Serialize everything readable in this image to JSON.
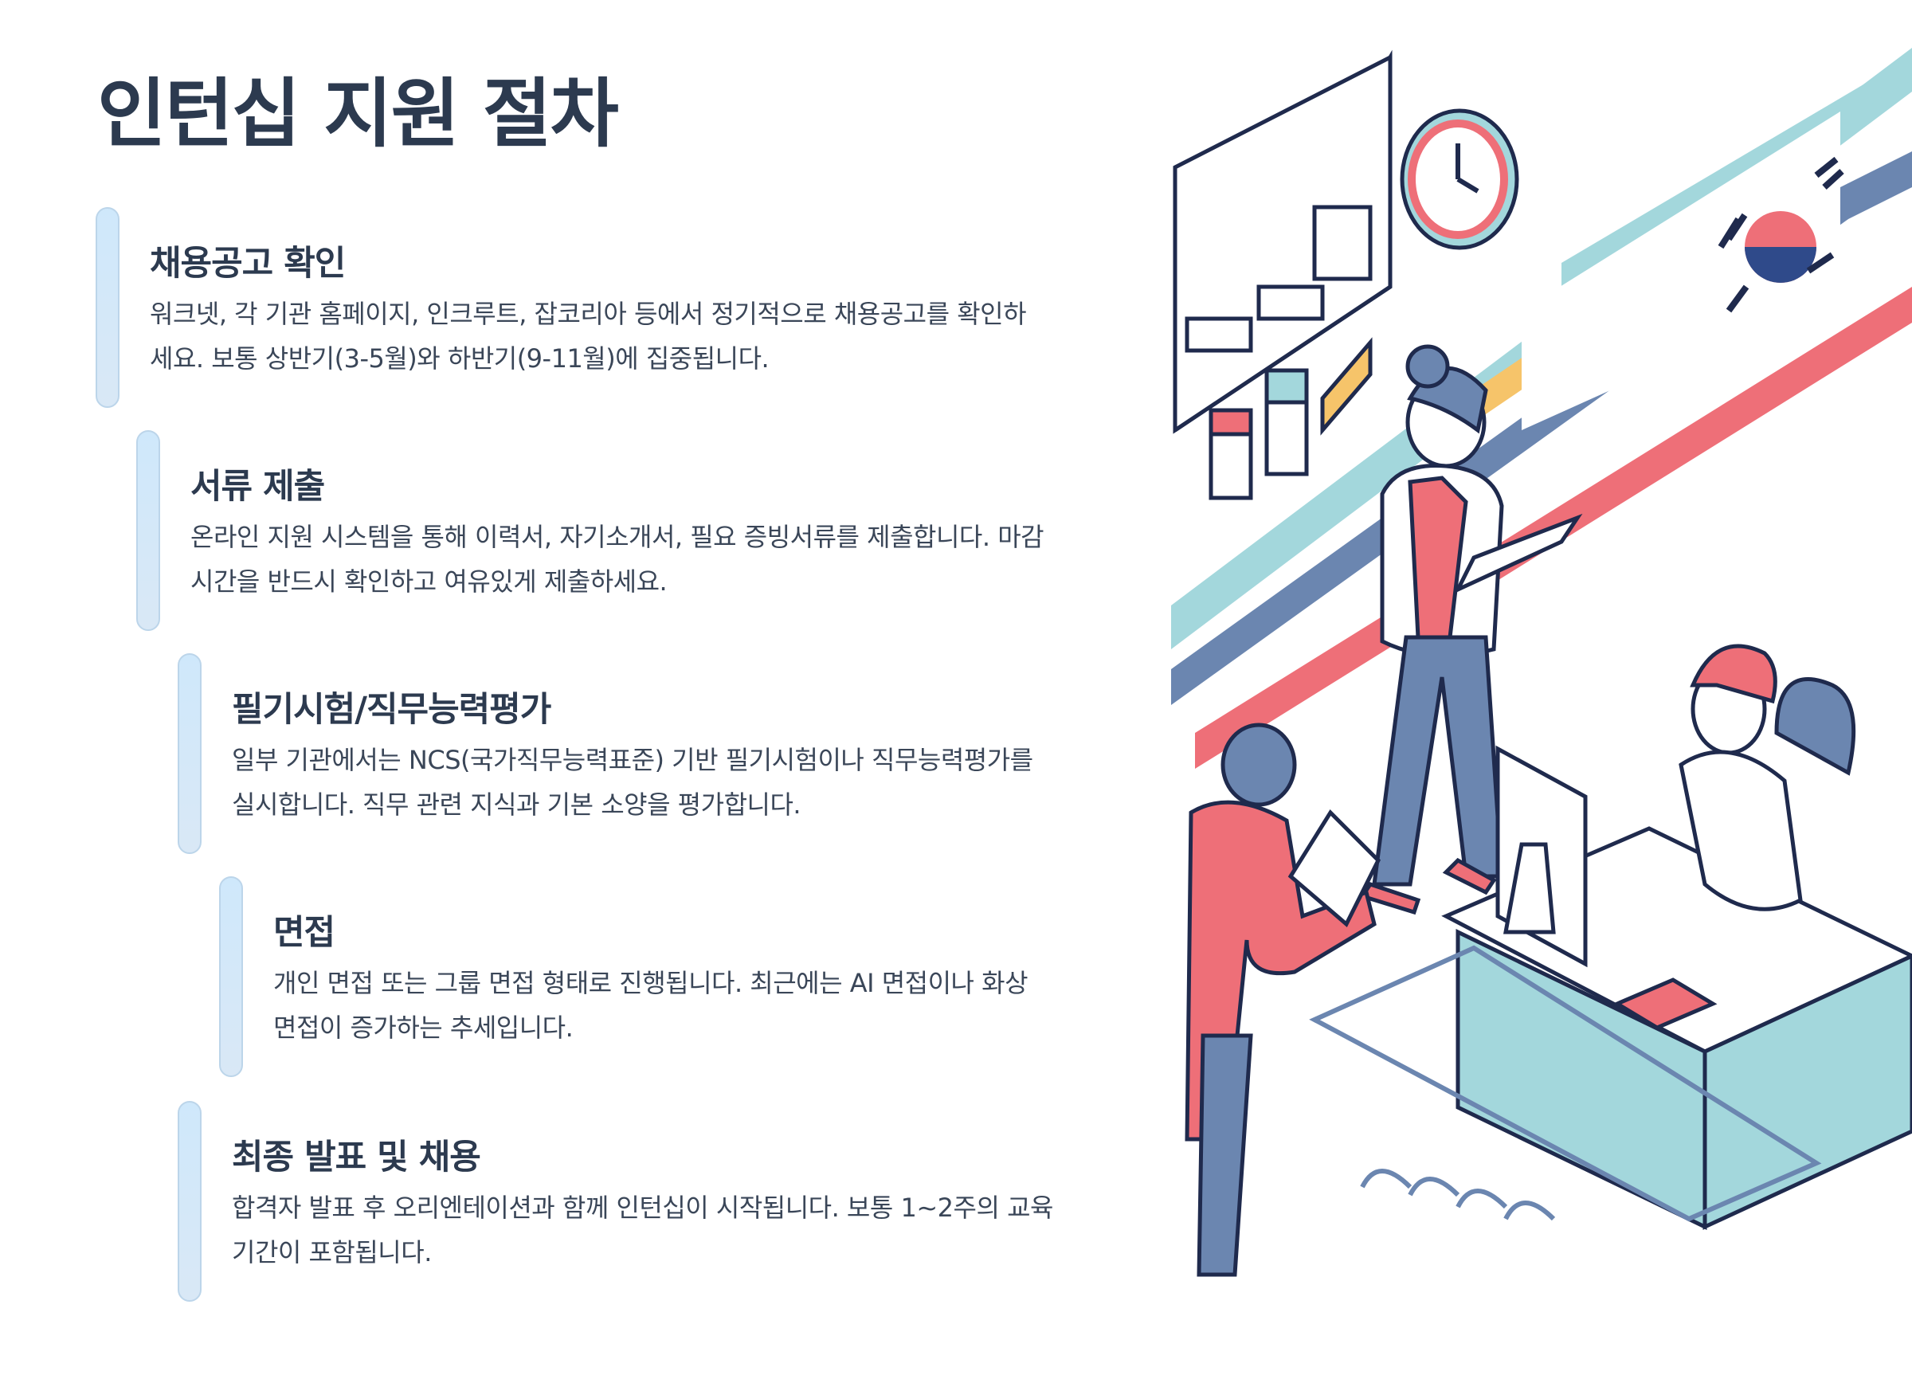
{
  "title": "인턴십 지원 절차",
  "steps": [
    {
      "title": "채용공고 확인",
      "lines": [
        "워크넷, 각 기관 홈페이지, 인크루트, 잡코리아 등에서 정기적으로 채용공고를 확인하",
        "세요. 보통 상반기(3-5월)와 하반기(9-11월)에 집중됩니다."
      ]
    },
    {
      "title": "서류 제출",
      "lines": [
        "온라인 지원 시스템을 통해 이력서, 자기소개서, 필요 증빙서류를 제출합니다. 마감",
        "시간을 반드시 확인하고 여유있게 제출하세요."
      ]
    },
    {
      "title": "필기시험/직무능력평가",
      "lines": [
        "일부 기관에서는 NCS(국가직무능력표준) 기반 필기시험이나 직무능력평가를",
        "실시합니다. 직무 관련 지식과 기본 소양을 평가합니다."
      ]
    },
    {
      "title": "면접",
      "lines": [
        "개인 면접 또는 그룹 면접 형태로 진행됩니다. 최근에는 AI 면접이나 화상",
        "면접이 증가하는 추세입니다."
      ]
    },
    {
      "title": "최종 발표 및 채용",
      "lines": [
        "합격자 발표 후 오리엔테이션과 함께 인턴십이 시작됩니다. 보통 1~2주의 교육",
        "기간이 포함됩니다."
      ]
    }
  ],
  "colors": {
    "teal": "#a3d7dc",
    "navy": "#1f2a4d",
    "slate": "#6b86b0",
    "coral": "#ee6f78",
    "amber": "#f6c46a"
  }
}
